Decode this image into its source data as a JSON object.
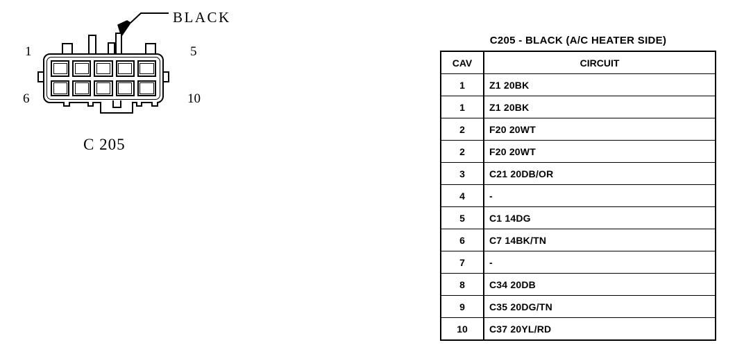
{
  "diagram": {
    "callout_label": "BLACK",
    "connector_caption": "C 205",
    "pin_numbers": {
      "top_left": "1",
      "top_right": "5",
      "bottom_left": "6",
      "bottom_right": "10"
    },
    "cavity_count": 10,
    "line_color": "#000000"
  },
  "table": {
    "title": "C205 - BLACK (A/C HEATER SIDE)",
    "columns": [
      "CAV",
      "CIRCUIT"
    ],
    "rows": [
      {
        "cav": "1",
        "circuit": "Z1 20BK"
      },
      {
        "cav": "1",
        "circuit": "Z1 20BK"
      },
      {
        "cav": "2",
        "circuit": "F20 20WT"
      },
      {
        "cav": "2",
        "circuit": "F20 20WT"
      },
      {
        "cav": "3",
        "circuit": "C21 20DB/OR"
      },
      {
        "cav": "4",
        "circuit": "-"
      },
      {
        "cav": "5",
        "circuit": "C1 14DG"
      },
      {
        "cav": "6",
        "circuit": "C7 14BK/TN"
      },
      {
        "cav": "7",
        "circuit": "-"
      },
      {
        "cav": "8",
        "circuit": "C34 20DB"
      },
      {
        "cav": "9",
        "circuit": "C35 20DG/TN"
      },
      {
        "cav": "10",
        "circuit": "C37 20YL/RD"
      }
    ]
  }
}
